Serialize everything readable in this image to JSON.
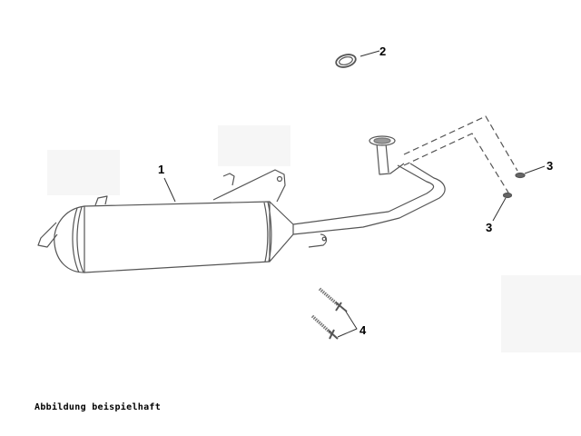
{
  "diagram": {
    "parts": [
      {
        "number": "1",
        "name": "muffler"
      },
      {
        "number": "2",
        "name": "gasket-ring"
      },
      {
        "number": "3",
        "name": "nut"
      },
      {
        "number": "3",
        "name": "nut"
      },
      {
        "number": "4",
        "name": "bolt"
      }
    ],
    "caption": "Abbildung beispielhaft",
    "line_color": "#555555"
  }
}
